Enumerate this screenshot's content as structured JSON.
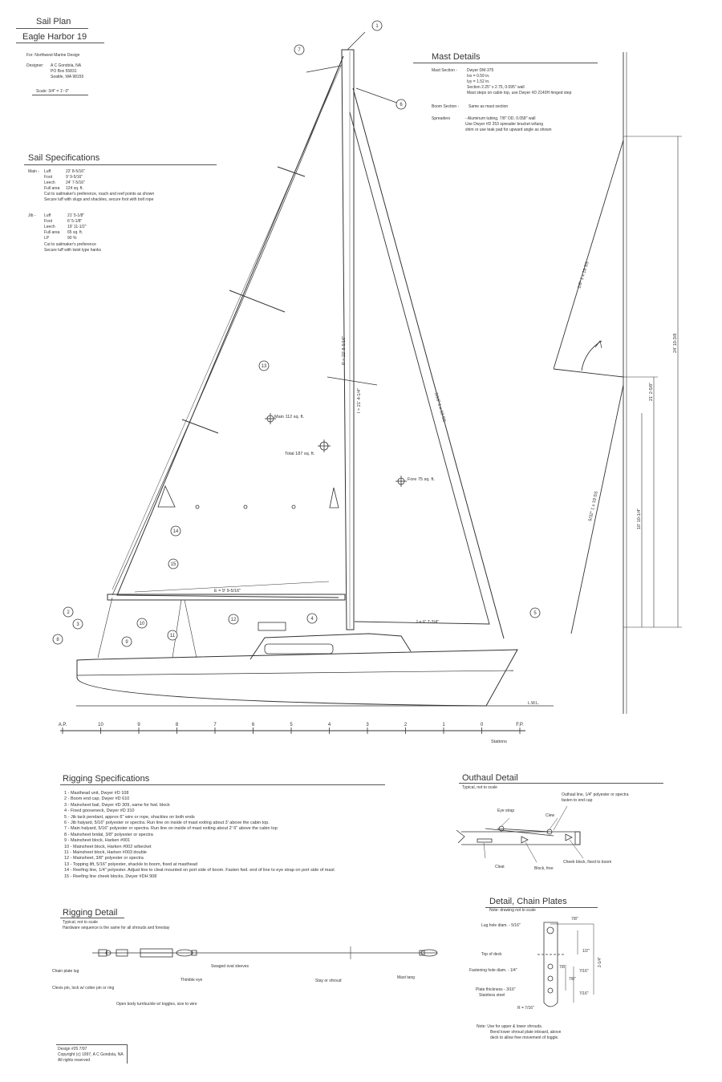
{
  "header": {
    "title": "Sail Plan",
    "boat": "Eagle Harbor 19",
    "for": "For: Northwest Marine Design",
    "designer_label": "Designer:",
    "designer_lines": [
      "A C Gondola, NA",
      "PO Box 55831",
      "Seattle, WA  98155"
    ],
    "scale": "Scale: 3/4\" = 1'- 0\""
  },
  "sail_specs": {
    "title": "Sail Specifications",
    "main_label": "Main -",
    "main_rows": [
      {
        "k": "Luff",
        "v": "22' 8-5/16\""
      },
      {
        "k": "Foot",
        "v": "9' 9-5/16\""
      },
      {
        "k": "Leech",
        "v": "24' 7-5/16\""
      },
      {
        "k": "Full area",
        "v": "124 sq. ft."
      }
    ],
    "main_notes": [
      "Cut to sailmaker's preference, roach and reef points as shown",
      "Secure luff with slugs and shackles, secure foot with bolt rope"
    ],
    "jib_label": "Jib -",
    "jib_rows": [
      {
        "k": "Luff",
        "v": "21' 5-1/8\""
      },
      {
        "k": "Foot",
        "v": "6' 5-1/8\""
      },
      {
        "k": "Leech",
        "v": "19' 11-1/2\""
      },
      {
        "k": "Full area",
        "v": "65 sq. ft."
      },
      {
        "k": "LP",
        "v": "90 %"
      }
    ],
    "jib_notes": [
      "Cut to sailmaker's preference",
      "Secure luff with twist type hanks"
    ]
  },
  "mast_details": {
    "title": "Mast Details",
    "section_label": "Mast Section -",
    "section_lines": [
      "Dwyer DM-375",
      "Ixx = 0.59 in.",
      "Iyy = 1.52 in.",
      "Section 2.25\" x 2.75, 0.095\" wall",
      "Mast steps on cabin top, use Dwyer #D 2140H hinged step"
    ],
    "boom_label": "Boom Section -",
    "boom_text": "Same as mast section",
    "spreaders_label": "Spreaders",
    "spreaders_lines": [
      "- Aluminum tubing, 7/8\" OD, 0.058\" wall",
      "Use Dwyer #D 253 spreader bracket w/tang",
      "shim or use teak pad for upward angle as shown"
    ]
  },
  "drawing": {
    "callouts": [
      "1",
      "2",
      "3",
      "4",
      "5",
      "6",
      "7",
      "8",
      "9",
      "10",
      "11",
      "12",
      "13",
      "14",
      "15"
    ],
    "main_area": "Main 112 sq. ft.",
    "total_area": "Total 187 sq. ft.",
    "fore_area": "Fore 75 sq. ft.",
    "dim_p": "P = 22' 8-5/16\"",
    "dim_i": "I = 21' 4-1/4\"",
    "dim_e": "E = 9' 9-5/16\"",
    "dim_j": "J = 6' 7-3/4\"",
    "forestay": "3/16\" 1 x 19 SS",
    "lwl": "L.W.L.",
    "stations": [
      "A.P.",
      "10",
      "9",
      "8",
      "7",
      "6",
      "5",
      "4",
      "3",
      "2",
      "1",
      "0",
      "F.P."
    ],
    "stations_label": "Stations"
  },
  "side_view": {
    "upper_shroud": "1/8\" 1 x 19 SS",
    "lower_shroud": "5/32\" 1 x 19 SS",
    "dim1": "24' 10-3/8",
    "dim2": "21' 2-5/8\"",
    "dim3": "10' 10-1/4\""
  },
  "rigging_specs": {
    "title": "Rigging Specifications",
    "items": [
      "1 - Masthead unit, Dwyer #D 108",
      "2 - Boom end cap, Dwyer #D 610",
      "3 - Mainsheet bail, Dwyer #D 309, same for fwd. block",
      "4 - Fixed gooseneck, Dwyer #D 310",
      "5 - Jib tack pendant, approx 6\" wire or rope, shackles on both ends",
      "6 - Jib halyard, 5/16\" polyester or spectra. Run line on inside of mast exiting about 3' above the cabin top.",
      "7 - Main halyard, 5/16\" polyester or spectra. Run line on inside of mast exiting about 2' 6\" above the cabin top",
      "8 - Mainsheet bridal, 3/8\" polyester or spectra",
      "9 - Mainsheet block, Harken #001",
      "10 - Mainsheet block, Harken #002 w/becket",
      "11 - Mainsheet block, Harken #003 double",
      "12 - Mainsheet, 3/8\" polyester or spectra",
      "13 - Topping lift, 5/16\" polyester, shackle to boom, fixed at masthead",
      "14 - Reefing line, 1/4\" polyester. Adjust line to cleat mounted on port side of boom.  Fasten fwd. end of line to eye strap on port side of mast",
      "15 - Reefing line cheek blocks, Dwyer #DH 908"
    ]
  },
  "outhaul": {
    "title": "Outhaul Detail",
    "subtitle": "Typical, not to scale",
    "eye_strap": "Eye strap",
    "clew": "Clew",
    "outhaul_line": "Outhaul line, 1/4\" polyester or spectra",
    "outhaul_line2": "fasten to end cap",
    "cleat": "Cleat",
    "block": "Block, free",
    "cheek": "Cheek block, fixed to boom"
  },
  "rigging_detail": {
    "title": "Rigging Detail",
    "subtitle": "Typical, not to scale",
    "subtitle2": "Hardware sequence is the same for all shrouds and forestay",
    "chain_plate_lug": "Chain plate lug",
    "clevis": "Clevis pin, lock w/ cotter pin or ring",
    "turnbuckle": "Open body turnbuckle w/ toggles, size to wire",
    "thimble": "Thimble eye",
    "swaged": "Swaged oval sleeves",
    "stay": "Stay or shroud",
    "mast_tang": "Mast tang"
  },
  "chain_plates": {
    "title": "Detail, Chain Plates",
    "subtitle": "Note:  drawing not to scale",
    "lug_hole": "Lug hole diam. - 5/16\"",
    "top_deck": "Top of deck",
    "fastening": "Fastening hole diam. - 1/4\"",
    "plate1": "Plate thickness - 3/16\"",
    "plate2": "Stainless steel",
    "radius": "R = 7/16\"",
    "d_78a": "7/8\"",
    "d_12": "1/2\"",
    "d_78b": "7/8\"",
    "d_716a": "7/16\"",
    "d_78c": "7/8\"",
    "d_716b": "7/16\"",
    "d_2": "2-1/4\"",
    "note1": "Note:  Use for upper & lower shrouds.",
    "note2": "Bend lower shroud plate inboard, above",
    "note3": "deck to allow free movement of toggle."
  },
  "footer": {
    "design": "Design #25  7/97",
    "copyright": "Copyright (c) 1997, A C Gondola, NA",
    "rights": "All rights reserved"
  }
}
